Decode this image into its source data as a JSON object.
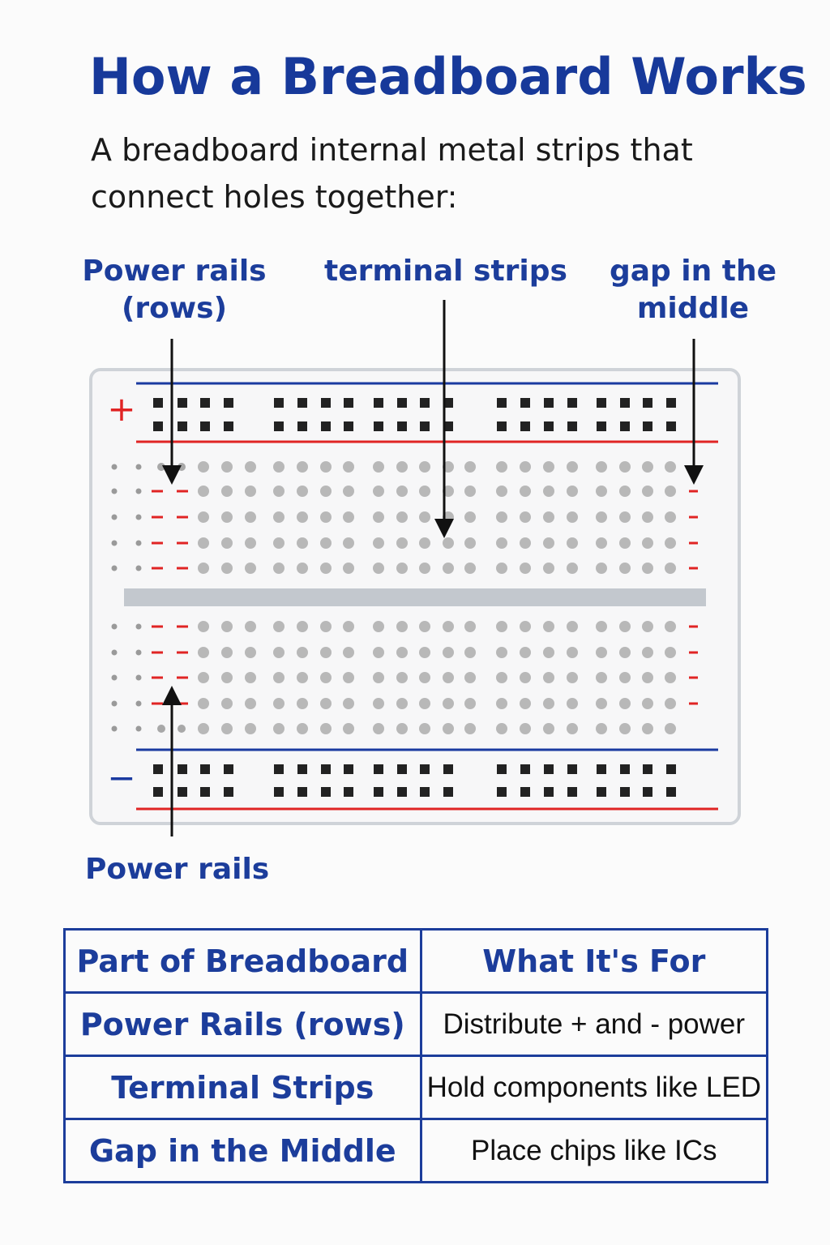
{
  "title": "How a Breadboard Works",
  "subtitle": "A breadboard internal metal strips that connect holes together:",
  "callouts": {
    "power_rails_rows": "Power rails (rows)",
    "terminal_strips": "terminal strips",
    "gap_middle": "gap in the middle",
    "power_rails": "Power rails"
  },
  "board": {
    "plus_symbol": "+",
    "minus_symbol": "−"
  },
  "table": {
    "headers": [
      "Part of Breadboard",
      "What It's For"
    ],
    "rows": [
      [
        "Power Rails (rows)",
        "Distribute + and - power"
      ],
      [
        "Terminal Strips",
        "Hold components like LED"
      ],
      [
        "Gap in the Middle",
        "Place chips like ICs"
      ]
    ]
  },
  "colors": {
    "accent_blue": "#1c3d9b",
    "rail_red": "#e02424",
    "rail_blue": "#1a3aa0",
    "hole_gray": "#b8b8b8",
    "pin_black": "#222222"
  }
}
